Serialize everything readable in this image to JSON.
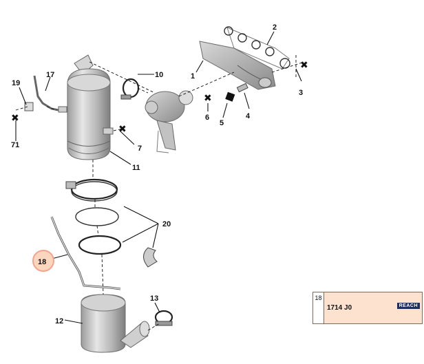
{
  "callouts": {
    "c1": "1",
    "c2": "2",
    "c3": "3",
    "c4": "4",
    "c5": "5",
    "c6": "6",
    "c7": "7",
    "c10": "10",
    "c11": "11",
    "c12": "12",
    "c13": "13",
    "c17": "17",
    "c18": "18",
    "c19": "19",
    "c20": "20",
    "c71": "71"
  },
  "cross_mark": "✖",
  "info_box": {
    "item_number": "18",
    "reference": "1714 J0",
    "badge": "REACH"
  },
  "colors": {
    "highlight": "#f4a48c",
    "highlight_fill": "#fbd6bf",
    "info_bg": "#fde3cf",
    "badge_bg": "#1f2f5c"
  }
}
